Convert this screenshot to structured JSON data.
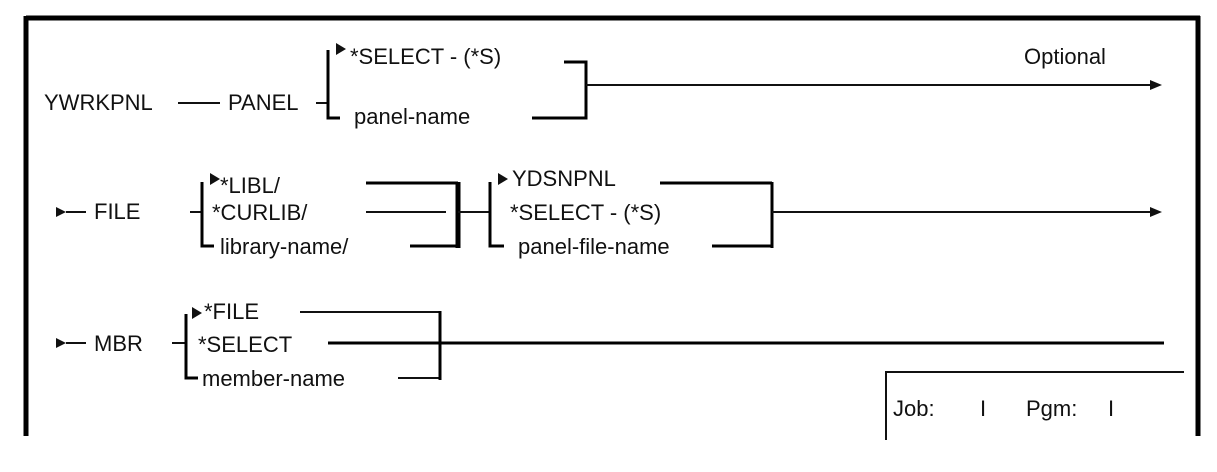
{
  "optional_label": "Optional",
  "rows": {
    "panel": {
      "command": "YWRKPNL",
      "keyword": "PANEL",
      "options": [
        "*SELECT - (*S)",
        "panel-name"
      ]
    },
    "file": {
      "keyword": "FILE",
      "library_options": [
        "*LIBL/",
        "*CURLIB/",
        "library-name/"
      ],
      "file_options": [
        "YDSNPNL",
        "*SELECT - (*S)",
        "panel-file-name"
      ]
    },
    "mbr": {
      "keyword": "MBR",
      "options": [
        "*FILE",
        "*SELECT",
        "member-name"
      ]
    }
  },
  "footer": {
    "job_label": "Job:",
    "job_value": "I",
    "pgm_label": "Pgm:",
    "pgm_value": "I"
  }
}
